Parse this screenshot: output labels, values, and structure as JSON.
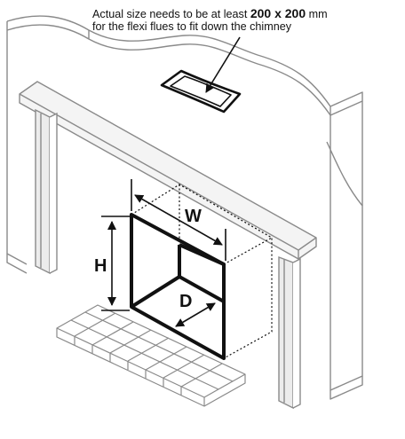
{
  "caption": {
    "prefix": "Actual size needs to be at least ",
    "dimensions": "200 x 200",
    "unit": " mm",
    "line2": "for the flexi flues to fit down the chimney"
  },
  "labels": {
    "width": "W",
    "height": "H",
    "depth": "D"
  },
  "colors": {
    "outline": "#8a8a8a",
    "fill": "#ffffff",
    "shade": "#e4e4e4",
    "stroke_dark": "#111111"
  }
}
